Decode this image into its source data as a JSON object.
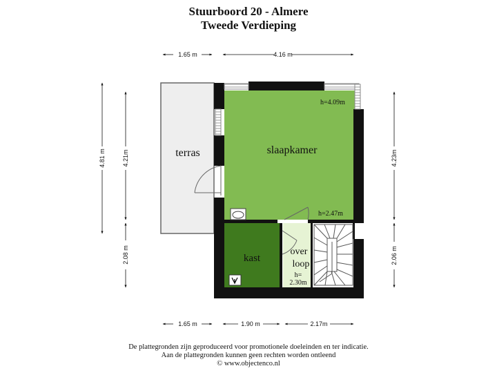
{
  "header": {
    "title": "Stuurboord 20 - Almere",
    "subtitle": "Tweede Verdieping"
  },
  "rooms": {
    "terras": "terras",
    "slaapkamer": "slaapkamer",
    "slaapkamer_h_top": "h=4.09m",
    "slaapkamer_h_bottom": "h=2.47m",
    "kast": "kast",
    "overloop_1": "over",
    "overloop_2": "loop",
    "overloop_h1": "h=",
    "overloop_h2": "2.30m"
  },
  "dimensions": {
    "top_left": "1.65 m",
    "top_right": "4.16 m",
    "left_outer": "4.81 m",
    "left_inner_top": "4.21m",
    "left_inner_bottom": "2.08 m",
    "right_top": "4.23m",
    "right_bottom": "2.06 m",
    "bottom_1": "1.65 m",
    "bottom_2": "1.90 m",
    "bottom_3": "2.17m"
  },
  "footer": {
    "line1": "De plattegronden zijn geproduceerd voor promotionele doeleinden en ter indicatie.",
    "line2": "Aan de plattegronden kunnen geen rechten worden ontleend",
    "line3": "© www.objectenco.nl"
  },
  "colors": {
    "slaapkamer": "#82bb52",
    "kast": "#3f7a1e",
    "overloop": "#e6f3d4",
    "terras": "#eeeeee",
    "wall": "#111111"
  }
}
